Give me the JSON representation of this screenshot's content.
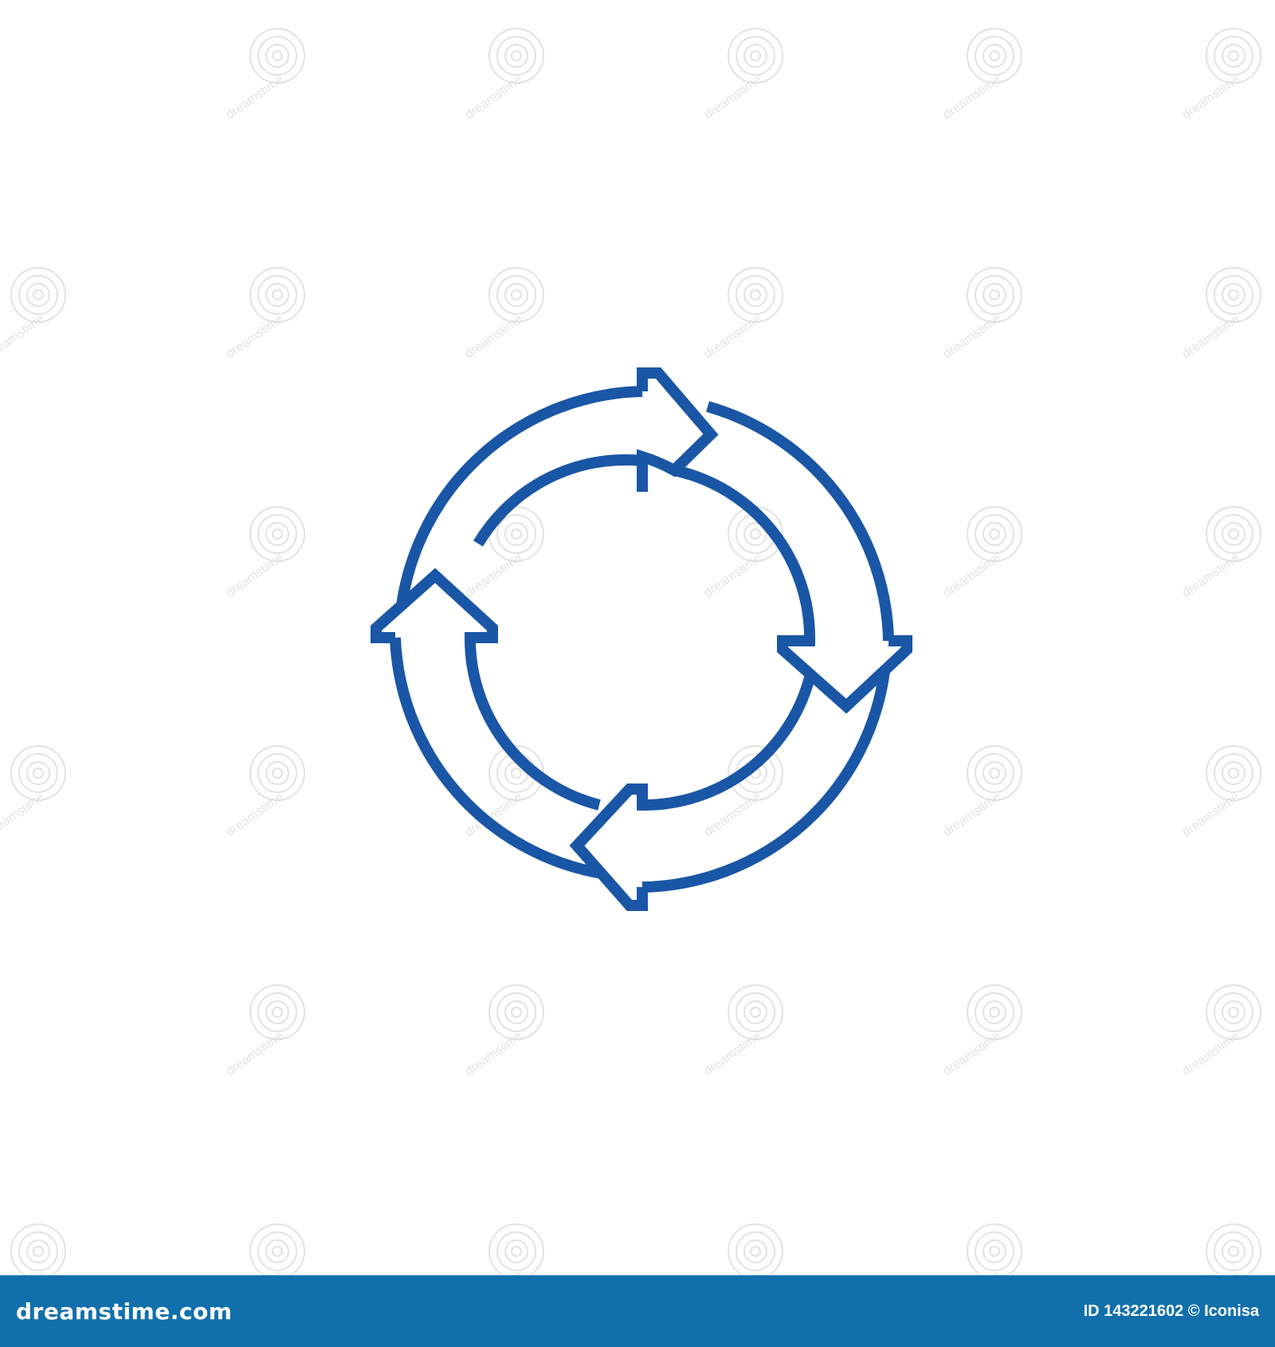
{
  "colors": {
    "icon_stroke": "#1a56a6",
    "footer_background": "#1170ab",
    "footer_text": "#ffffff",
    "watermark": "#d8d8d8"
  },
  "icon": {
    "name": "circular-arrows-cycle-icon",
    "arrow_count": 4,
    "direction": "clockwise"
  },
  "watermark": {
    "text": "dreamstime",
    "icon": "spiral-logo-icon"
  },
  "footer": {
    "logo_text": "dreamstime.com",
    "credit_text": "ID 143221602 © Iconisa"
  }
}
